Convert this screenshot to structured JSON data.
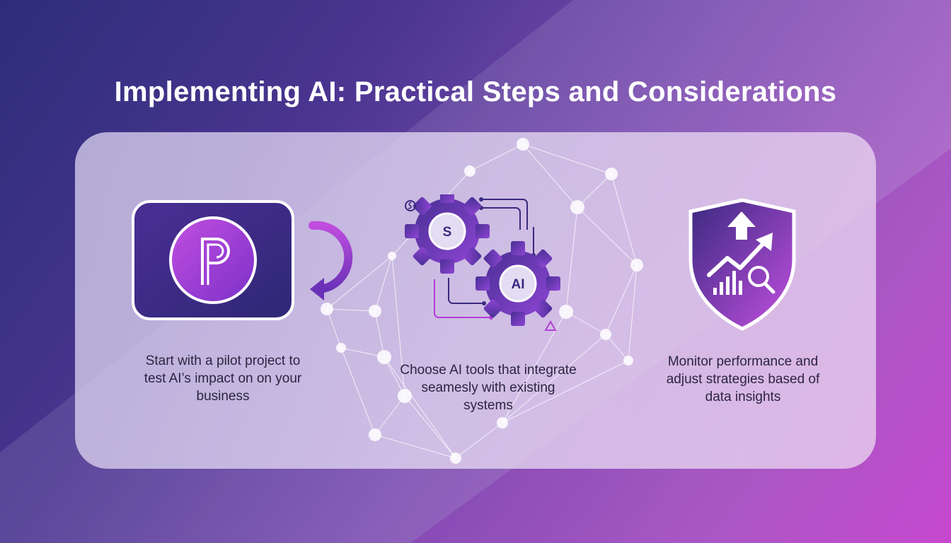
{
  "title": "Implementing AI: Practical Steps and Considerations",
  "steps": [
    {
      "icon": "pilot-p-icon",
      "caption": "Start with a pilot project to test AI’s impact on on your business"
    },
    {
      "icon": "gears-integration-icon",
      "caption": "Choose AI tools that integrate seamesly with existing systems",
      "gear_labels": [
        "S",
        "AI"
      ]
    },
    {
      "icon": "shield-growth-icon",
      "caption": "Monitor performance and adjust strategies based of data insights"
    }
  ],
  "colors": {
    "accent": "#8a3fd6",
    "deep": "#3a2a80",
    "magenta": "#c24fe0"
  }
}
